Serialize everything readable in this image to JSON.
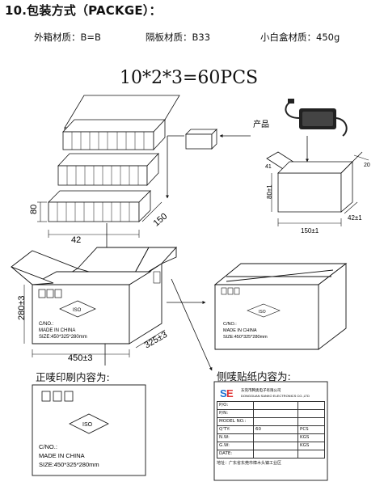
{
  "title": "10.包装方式（PACKGE）：",
  "materials": {
    "outer_box": "外箱材质：B=B",
    "divider": "隔板材质：B33",
    "small_box": "小白盒材质：450g"
  },
  "formula": "10*2*3=60PCS",
  "product_label": "产品",
  "dims": {
    "stack_height": "80",
    "stack_width": "42",
    "stack_depth": "150",
    "sbox_h": "80±1",
    "sbox_w": "150±1",
    "sbox_d": "42±1",
    "sbox_flap_a": "41",
    "sbox_flap_b": "20",
    "carton_h": "280±3",
    "carton_w": "450±3",
    "carton_d": "325±3"
  },
  "carton_print": {
    "logo": "ISO",
    "cno": "C/NO.:",
    "made": "MADE IN CHINA",
    "size": "SIZE:450*325*280mm"
  },
  "captions": {
    "front": "正唛印刷内容为:",
    "side": "侧唛贴纸内容为:"
  },
  "side_label": {
    "company_cn": "东莞市腾奥电子有限公司",
    "company_en": "DONGGUAN SANKO ELECTRONICS CO.,LTD",
    "rows": [
      {
        "k": "P/O:",
        "v": "",
        "u": ""
      },
      {
        "k": "P/N:",
        "v": "",
        "u": ""
      },
      {
        "k": "MODEL NO.:",
        "v": "",
        "u": ""
      },
      {
        "k": "Q'TY:",
        "v": "60",
        "u": "PCS"
      },
      {
        "k": "N.W:",
        "v": "",
        "u": "KGS"
      },
      {
        "k": "G.W:",
        "v": "",
        "u": "KGS"
      },
      {
        "k": "DATE:",
        "v": "",
        "u": ""
      }
    ],
    "address": "地址：广东省东莞市樟木头镇工业区"
  }
}
